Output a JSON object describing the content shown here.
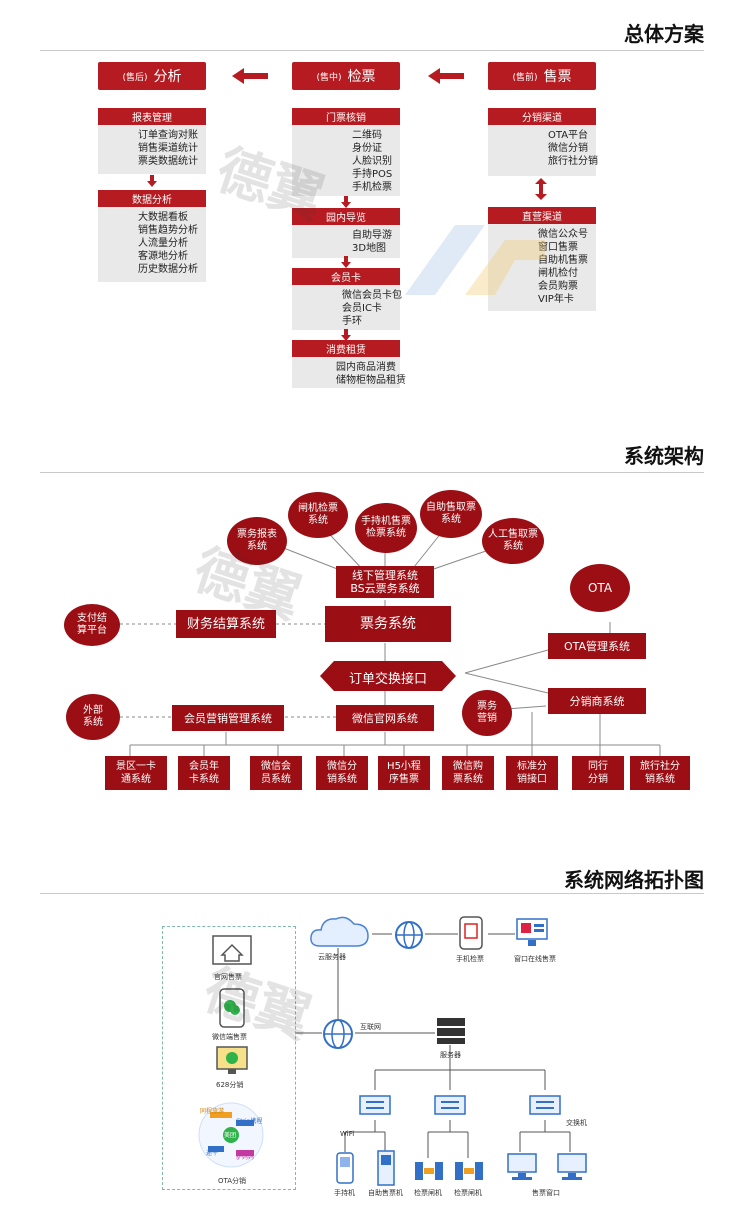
{
  "section1": {
    "title": "总体方案",
    "columns": [
      {
        "header": "售票",
        "sub": "(售前)",
        "groups": [
          {
            "title": "分销渠道",
            "items": [
              "OTA平台",
              "微信分销",
              "旅行社分销"
            ]
          },
          {
            "title": "直营渠道",
            "items": [
              "微信公众号",
              "窗口售票",
              "自助机售票",
              "闸机检付",
              "会员购票",
              "VIP年卡"
            ]
          }
        ]
      },
      {
        "header": "检票",
        "sub": "(售中)",
        "groups": [
          {
            "title": "门票核销",
            "items": [
              "二维码",
              "身份证",
              "人脸识别",
              "手持POS",
              "手机检票"
            ]
          },
          {
            "title": "园内导览",
            "items": [
              "自助导游",
              "3D地图"
            ]
          },
          {
            "title": "会员卡",
            "items": [
              "微信会员卡包",
              "会员IC卡",
              "手环"
            ]
          },
          {
            "title": "消费租赁",
            "items": [
              "园内商品消费",
              "储物柜物品租赁"
            ]
          }
        ]
      },
      {
        "header": "分析",
        "sub": "(售后)",
        "groups": [
          {
            "title": "报表管理",
            "items": [
              "订单查询对账",
              "销售渠道统计",
              "票类数据统计"
            ]
          },
          {
            "title": "数据分析",
            "items": [
              "大数据看板",
              "销售趋势分析",
              "人流量分析",
              "客源地分析",
              "历史数据分析"
            ]
          }
        ]
      }
    ]
  },
  "section2": {
    "title": "系统架构",
    "nodes": {
      "offline": "线下管理系统\nBS云票务系统",
      "ticket": "票务系统",
      "finance": "财务结算系统",
      "payment": "支付结\n算平台",
      "ota_mgmt": "OTA管理系统",
      "ota": "OTA",
      "interface": "订单交换接口",
      "distributor": "分销商系统",
      "wechat_site": "微信官网系统",
      "member_mkt": "会员营销管理系统",
      "ext": "外部\n系统",
      "marketing": "票务\n营销"
    },
    "top_circles": [
      "票务报表\n系统",
      "闸机检票\n系统",
      "手持机售票\n检票系统",
      "自助售取票\n系统",
      "人工售取票\n系统"
    ],
    "bottom_boxes": [
      "景区一卡\n通系统",
      "会员年\n卡系统",
      "微信会\n员系统",
      "微信分\n销系统",
      "H5小程\n序售票",
      "微信购\n票系统",
      "标准分\n销接口",
      "同行\n分销",
      "旅行社分\n销系统"
    ]
  },
  "section3": {
    "title": "系统网络拓扑图",
    "labels": {
      "cloud": "云服务器",
      "handheld_top": "手机检票",
      "window_terminal": "窗口在线售票",
      "internet": "互联网",
      "server": "服务器",
      "switch": "交换机",
      "wifi": "WiFi",
      "handheld": "手持机",
      "kiosk": "自助售票机",
      "gate1": "检票闸机",
      "gate2": "检票闸机",
      "window": "售票窗口",
      "official_site": "官网售票",
      "wechat_sale": "微信端售票",
      "d628": "628分销",
      "ota_sale": "OTA分销"
    },
    "ota_logos": [
      "同程旅游",
      "Ctrip携程",
      "美团",
      "途牛",
      "驴妈妈"
    ]
  },
  "watermark": "德翼"
}
